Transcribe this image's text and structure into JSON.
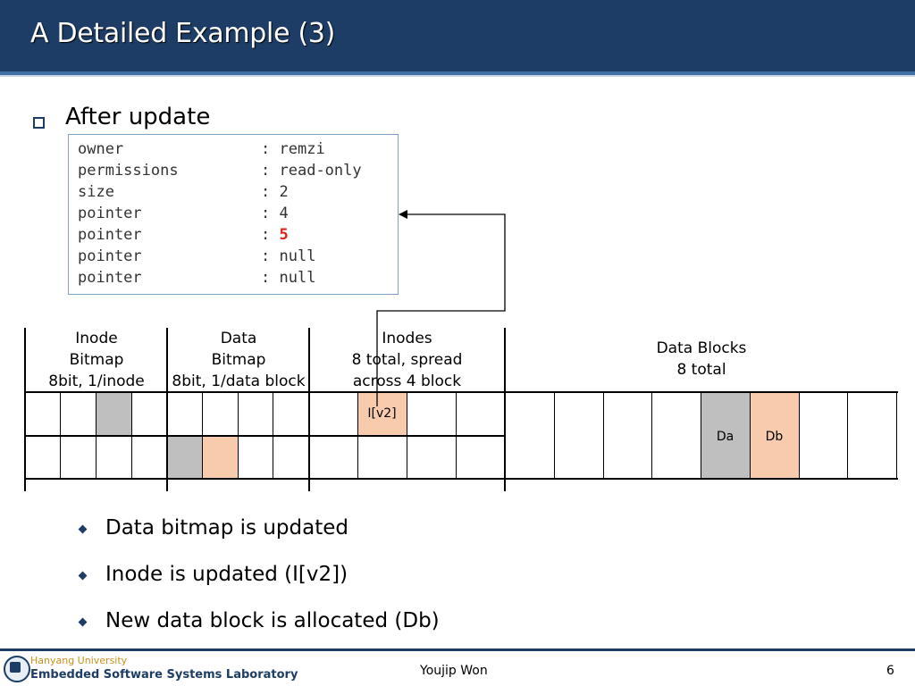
{
  "slide": {
    "title": "A Detailed Example (3)",
    "section_heading": "After update"
  },
  "inode": {
    "fields": [
      {
        "name": "owner",
        "sep": ":",
        "value": "remzi",
        "highlight": false
      },
      {
        "name": "permissions",
        "sep": ":",
        "value": "read-only",
        "highlight": false
      },
      {
        "name": "size",
        "sep": ":",
        "value": "2",
        "highlight": false
      },
      {
        "name": "pointer",
        "sep": ":",
        "value": "4",
        "highlight": false
      },
      {
        "name": "pointer",
        "sep": ":",
        "value": "5",
        "highlight": true
      },
      {
        "name": "pointer",
        "sep": ":",
        "value": "null",
        "highlight": false
      },
      {
        "name": "pointer",
        "sep": ":",
        "value": "null",
        "highlight": false
      }
    ],
    "highlight_color": "#e0201b"
  },
  "regions": {
    "inode_bitmap": {
      "line1": "Inode",
      "line2": "Bitmap",
      "line3": "8bit, 1/inode"
    },
    "data_bitmap": {
      "line1": "Data",
      "line2": "Bitmap",
      "line3": "8bit, 1/data block"
    },
    "inodes": {
      "line1": "Inodes",
      "line2": "8 total, spread",
      "line3": "across 4 block"
    },
    "data_blocks": {
      "line1": "Data Blocks",
      "line2": "8 total"
    }
  },
  "cells": {
    "inode_v2": "I[v2]",
    "data_a": "Da",
    "data_b": "Db"
  },
  "colors": {
    "header": "#1d3d66",
    "gray_cell": "#bfbfbf",
    "peach_cell": "#f8cbad"
  },
  "bullets": [
    "Data bitmap is updated",
    "Inode is updated (I[v2])",
    "New data block is allocated (Db)"
  ],
  "footer": {
    "org_top": "Hanyang University",
    "org_bottom": "Embedded Software Systems Laboratory",
    "presenter": "Youjip Won",
    "page_number": "6"
  }
}
